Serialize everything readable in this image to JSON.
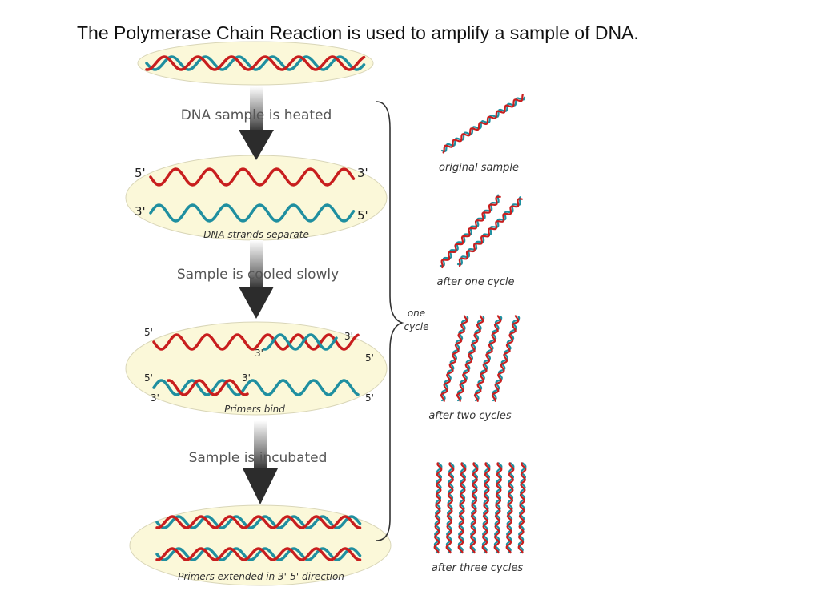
{
  "page": {
    "title": "The Polymerase Chain Reaction is used to amplify a sample of DNA."
  },
  "steps": {
    "heated": "DNA sample is heated",
    "cooled": "Sample is cooled slowly",
    "incubated": "Sample is incubated"
  },
  "stage_captions": {
    "separate": "DNA strands separate",
    "bind": "Primers bind",
    "extended": "Primers extended in 3'-5' direction"
  },
  "end_labels": {
    "five_prime": "5'",
    "three_prime": "3'"
  },
  "cycle_label": [
    "one",
    "cycle"
  ],
  "amplification": {
    "original": "original sample",
    "one": "after one cycle",
    "two": "after two cycles",
    "three": "after three cycles"
  },
  "colors": {
    "red_strand": "#c81e1e",
    "teal_strand": "#1f8fa0",
    "ellipse_fill": "#fbf8d9",
    "ellipse_stroke": "#d9d6b8",
    "arrow_dark": "#2c2c2c"
  }
}
